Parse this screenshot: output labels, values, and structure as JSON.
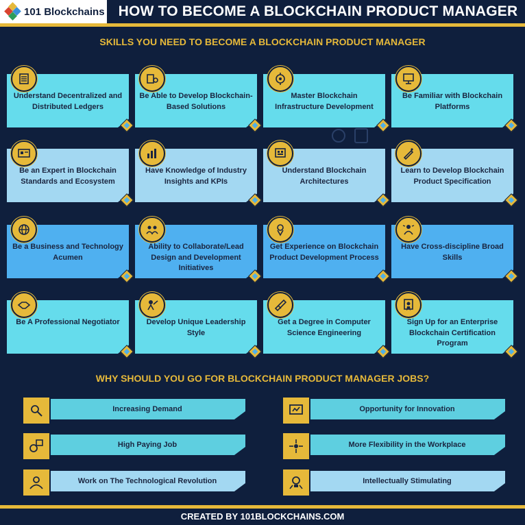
{
  "brand": {
    "logo_text": "101 Blockchains"
  },
  "title": "HOW TO BECOME A BLOCKCHAIN PRODUCT MANAGER",
  "colors": {
    "background": "#0f1f3d",
    "accent": "#e6b93a",
    "card_cyan": "#65dcec",
    "card_light": "#a3d8f2",
    "card_blue": "#4fb0f0",
    "reason_cyan": "#5ecfe0"
  },
  "skills_section": {
    "title": "SKILLS YOU NEED TO BECOME A BLOCKCHAIN PRODUCT MANAGER",
    "cards": [
      {
        "label": "Understand Decentralized and Distributed Ledgers",
        "icon": "ledger-icon"
      },
      {
        "label": "Be Able to Develop Blockchain-Based Solutions",
        "icon": "solutions-icon"
      },
      {
        "label": "Master Blockchain Infrastructure Development",
        "icon": "infrastructure-icon"
      },
      {
        "label": "Be Familiar with Blockchain Platforms",
        "icon": "platforms-icon"
      },
      {
        "label": "Be an Expert in Blockchain Standards and Ecosystem",
        "icon": "standards-icon"
      },
      {
        "label": "Have Knowledge of Industry Insights and KPIs",
        "icon": "kpi-icon"
      },
      {
        "label": "Understand Blockchain Architectures",
        "icon": "architecture-icon"
      },
      {
        "label": "Learn to Develop Blockchain Product Specification",
        "icon": "specification-icon"
      },
      {
        "label": "Be a Business and Technology Acumen",
        "icon": "globe-icon"
      },
      {
        "label": "Ability to Collaborate/Lead Design and Development Initiatives",
        "icon": "team-icon"
      },
      {
        "label": "Get Experience on Blockchain Product Development Process",
        "icon": "process-icon"
      },
      {
        "label": "Have Cross-discipline Broad Skills",
        "icon": "skills-icon"
      },
      {
        "label": "Be A Professional Negotiator",
        "icon": "handshake-icon"
      },
      {
        "label": "Develop Unique Leadership Style",
        "icon": "leadership-icon"
      },
      {
        "label": "Get a Degree in Computer Science Engineering",
        "icon": "degree-icon"
      },
      {
        "label": "Sign Up for an Enterprise Blockchain Certification Program",
        "icon": "certificate-icon"
      }
    ]
  },
  "reasons_section": {
    "title": "WHY SHOULD YOU GO FOR BLOCKCHAIN PRODUCT MANAGER JOBS?",
    "items": [
      {
        "label": "Increasing Demand",
        "icon": "demand-icon"
      },
      {
        "label": "Opportunity for Innovation",
        "icon": "innovation-icon"
      },
      {
        "label": "High Paying Job",
        "icon": "salary-icon"
      },
      {
        "label": "More Flexibility in the Workplace",
        "icon": "flexibility-icon"
      },
      {
        "label": "Work on The Technological Revolution",
        "icon": "revolution-icon"
      },
      {
        "label": "Intellectually Stimulating",
        "icon": "idea-icon"
      }
    ]
  },
  "footer": "CREATED BY 101BLOCKCHAINS.COM"
}
